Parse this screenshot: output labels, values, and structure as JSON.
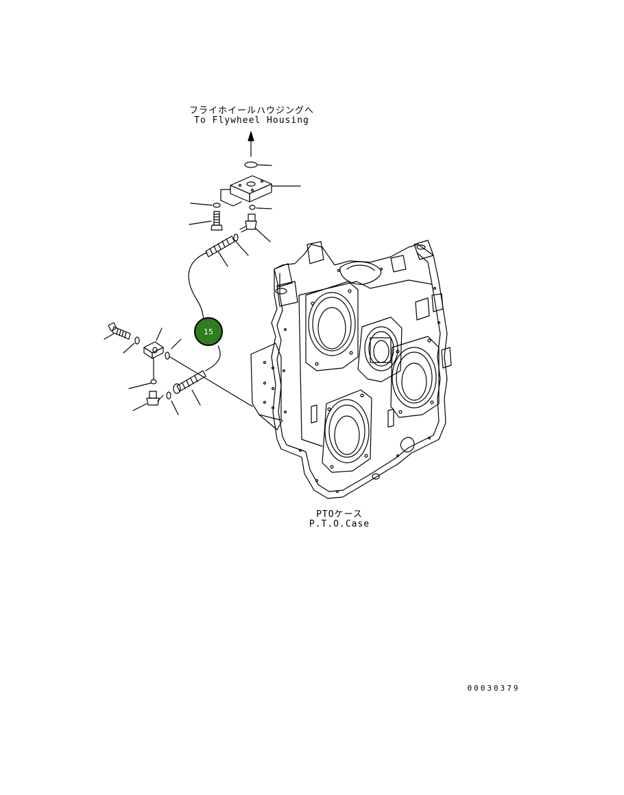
{
  "labels": {
    "to_flywheel_jp": "フライホイールハウジングへ",
    "to_flywheel_en": "To Flywheel Housing",
    "pto_case_jp": "PTOケース",
    "pto_case_en": "P.T.O.Case",
    "figure_number": "00030379"
  },
  "callouts": [
    {
      "number": "15",
      "fill_color": "#2e7d1f"
    }
  ],
  "colors": {
    "line": "#000000",
    "callout_fill": "#2e7d1f",
    "callout_text": "#ffffff",
    "background": "#ffffff"
  }
}
